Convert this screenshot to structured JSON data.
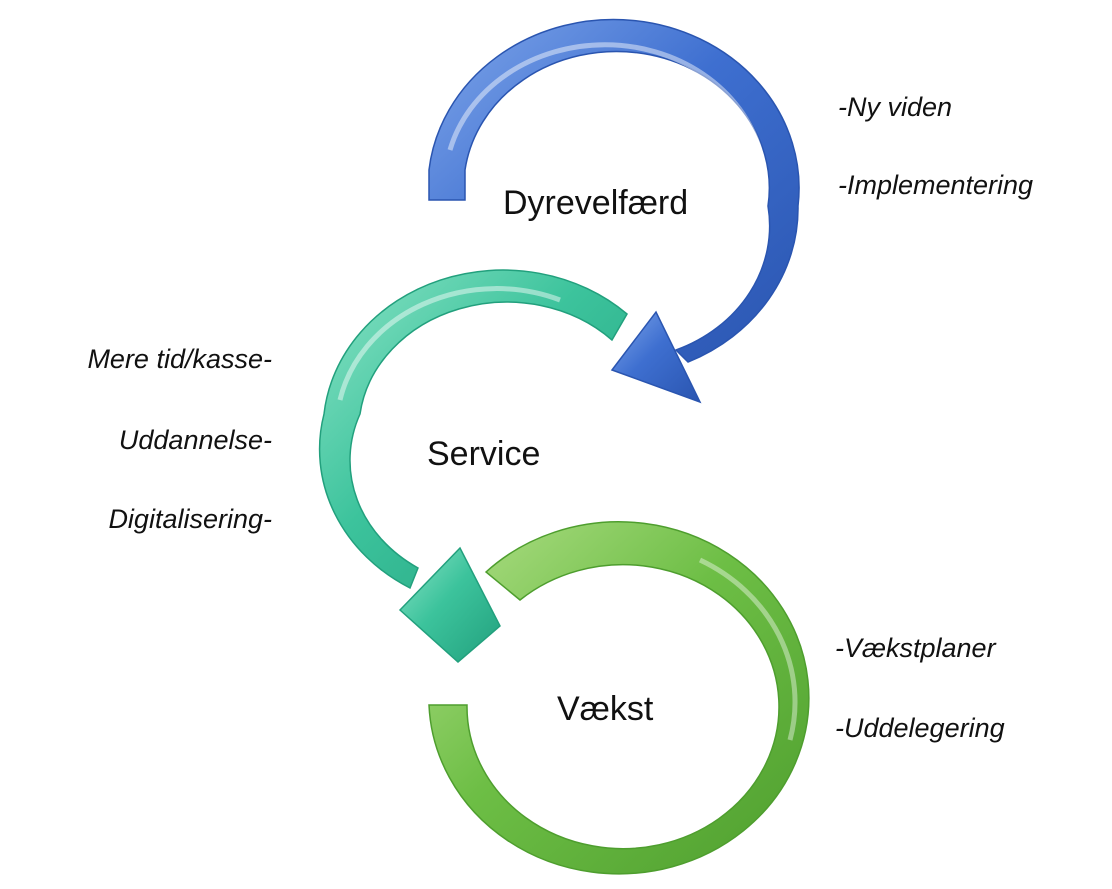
{
  "diagram": {
    "stages": [
      {
        "id": "dyrevelfaerd",
        "label": "Dyrevelfærd",
        "color": "#3F6FCC",
        "notes": [
          "-Ny viden",
          "-Implementering"
        ]
      },
      {
        "id": "service",
        "label": "Service",
        "color": "#3FC49E",
        "notes": [
          "Mere tid/kasse-",
          "Uddannelse-",
          "Digitalisering-"
        ]
      },
      {
        "id": "vaekst",
        "label": "Vækst",
        "color": "#6CBE45",
        "notes": [
          "-Vækstplaner",
          "-Uddelegering"
        ]
      }
    ]
  }
}
